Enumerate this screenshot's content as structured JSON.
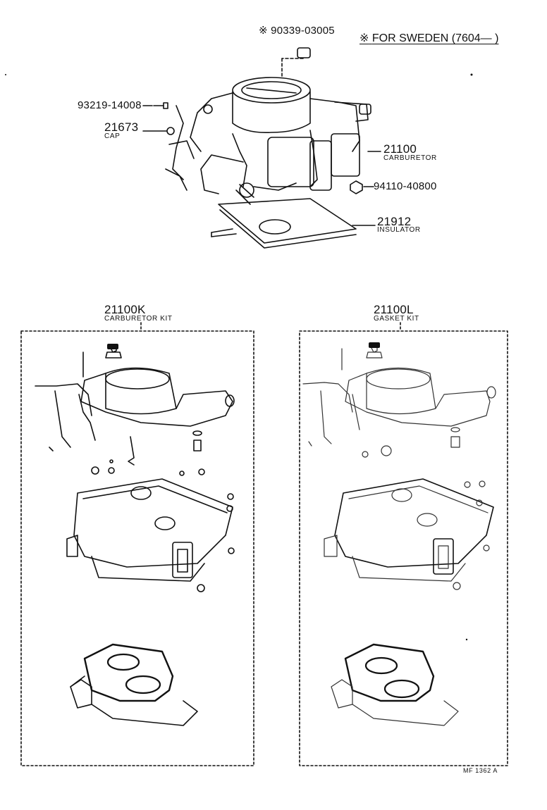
{
  "note": {
    "symbol": "※",
    "text": "FOR SWEDEN (7604—      )"
  },
  "parts": {
    "p90339": {
      "number": "90339-03005",
      "mark": "※"
    },
    "p93219": {
      "number": "93219-14008"
    },
    "p21673": {
      "number": "21673",
      "name": "CAP"
    },
    "p21100": {
      "number": "21100",
      "name": "CARBURETOR"
    },
    "p94110": {
      "number": "94110-40800"
    },
    "p21912": {
      "number": "21912",
      "name": "INSULATOR"
    }
  },
  "kits": [
    {
      "number": "21100K",
      "name": "CARBURETOR KIT"
    },
    {
      "number": "21100L",
      "name": "GASKET KIT"
    }
  ],
  "footer_code": "MF 1362 A"
}
